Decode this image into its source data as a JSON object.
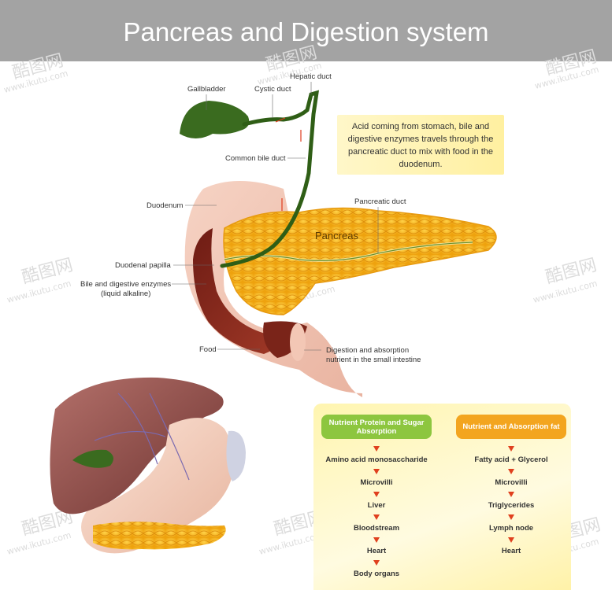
{
  "title": "Pancreas and Digestion system",
  "watermark": {
    "chars": "酷图网",
    "url": "www.ikutu.com"
  },
  "labels": {
    "hepatic_duct": "Hepatic duct",
    "gallbladder": "Gallbladder",
    "cystic_duct": "Cystic duct",
    "common_bile_duct": "Common bile duct",
    "duodenum": "Duodenum",
    "pancreatic_duct": "Pancreatic duct",
    "pancreas": "Pancreas",
    "duodenal_papilla": "Duodenal papilla",
    "bile_line1": "Bile and digestive enzymes",
    "bile_line2": "(liquid alkaline)",
    "food": "Food",
    "digestion_line1": "Digestion and absorption",
    "digestion_line2": "nutrient in the small intestine"
  },
  "callout": "Acid coming from stomach, bile and digestive enzymes travels through the pancreatic duct to mix with food in the duodenum.",
  "flow": {
    "protein_sugar": {
      "header": "Nutrient Protein and Sugar Absorption",
      "steps": [
        "Amino acid monosaccharide",
        "Microvilli",
        "Liver",
        "Bloodstream",
        "Heart",
        "Body organs"
      ]
    },
    "fat": {
      "header": "Nutrient and Absorption fat",
      "steps": [
        "Fatty acid + Glycerol",
        "Microvilli",
        "Triglycerides",
        "Lymph node",
        "Heart"
      ]
    }
  },
  "colors": {
    "banner": "#a3a3a3",
    "pancreas": "#f5b21a",
    "gallbladder": "#3a6b1f",
    "duodenum_inner": "#8a2a1e",
    "green_header": "#8dc63f",
    "orange_header": "#f3a51f",
    "arrow": "#e0401e"
  }
}
